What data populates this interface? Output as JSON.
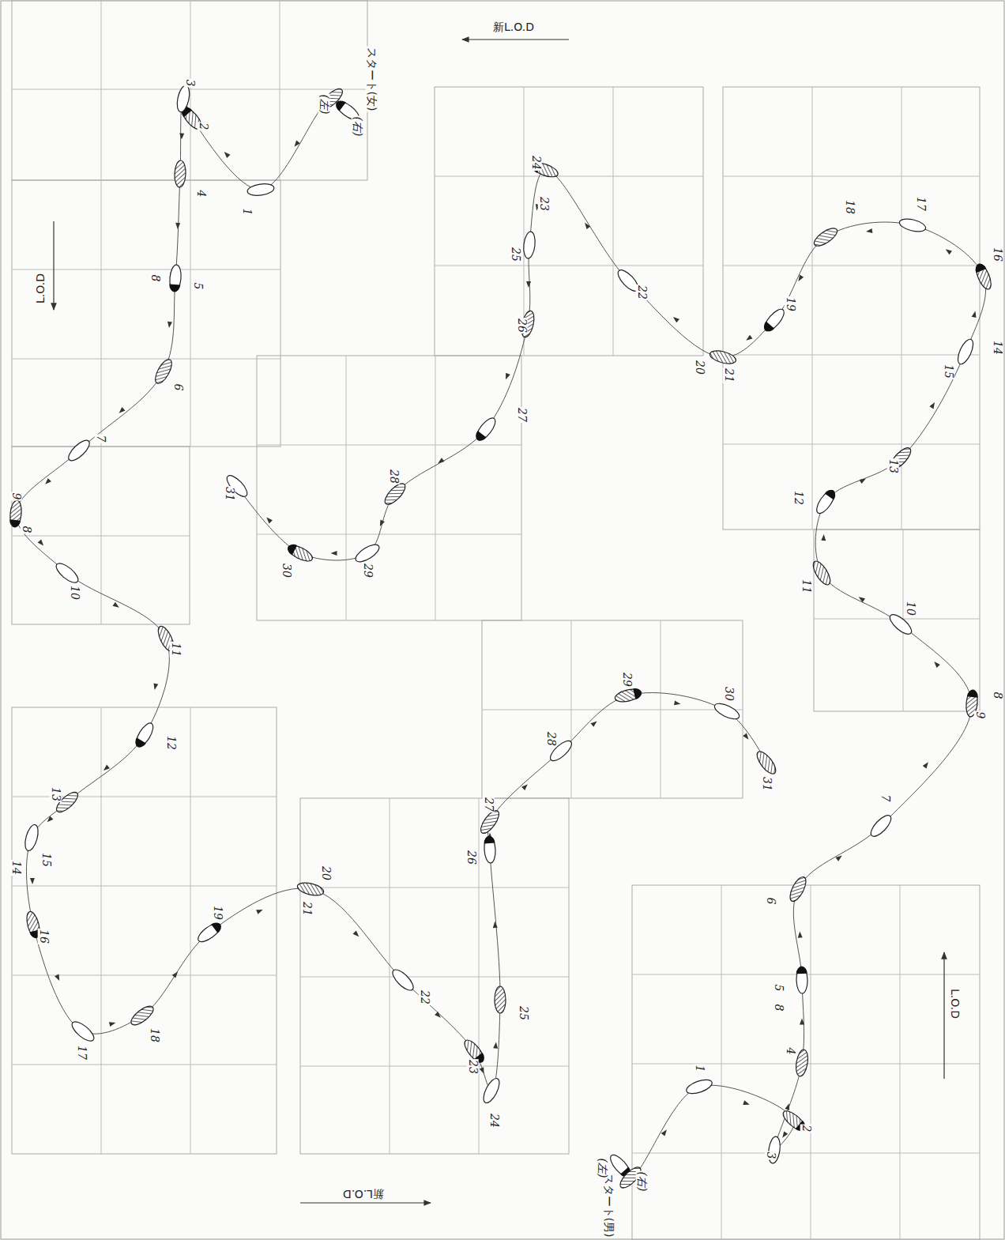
{
  "diagram": {
    "labels": [
      "新L.O.D",
      "L.O.D",
      "スタート(女)",
      "(左)",
      "(右)",
      "1",
      "2",
      "3",
      "4",
      "5",
      "8",
      "6",
      "7",
      "9",
      "8",
      "10",
      "11",
      "12",
      "13",
      "14",
      "15",
      "16",
      "17",
      "18",
      "19",
      "20",
      "21",
      "22",
      "23",
      "24",
      "25",
      "26",
      "27",
      "28",
      "29",
      "30",
      "31",
      "スタート(男)",
      "(左)",
      "(右)",
      "1",
      "2",
      "3",
      "4",
      "5",
      "8",
      "6",
      "7",
      "8",
      "9",
      "10",
      "11",
      "12",
      "13",
      "14",
      "15",
      "16",
      "17",
      "18",
      "19",
      "20",
      "21",
      "22",
      "23",
      "24",
      "25",
      "26",
      "27",
      "28",
      "29",
      "30",
      "31",
      "L.O.D",
      "新L.O.D"
    ]
  }
}
